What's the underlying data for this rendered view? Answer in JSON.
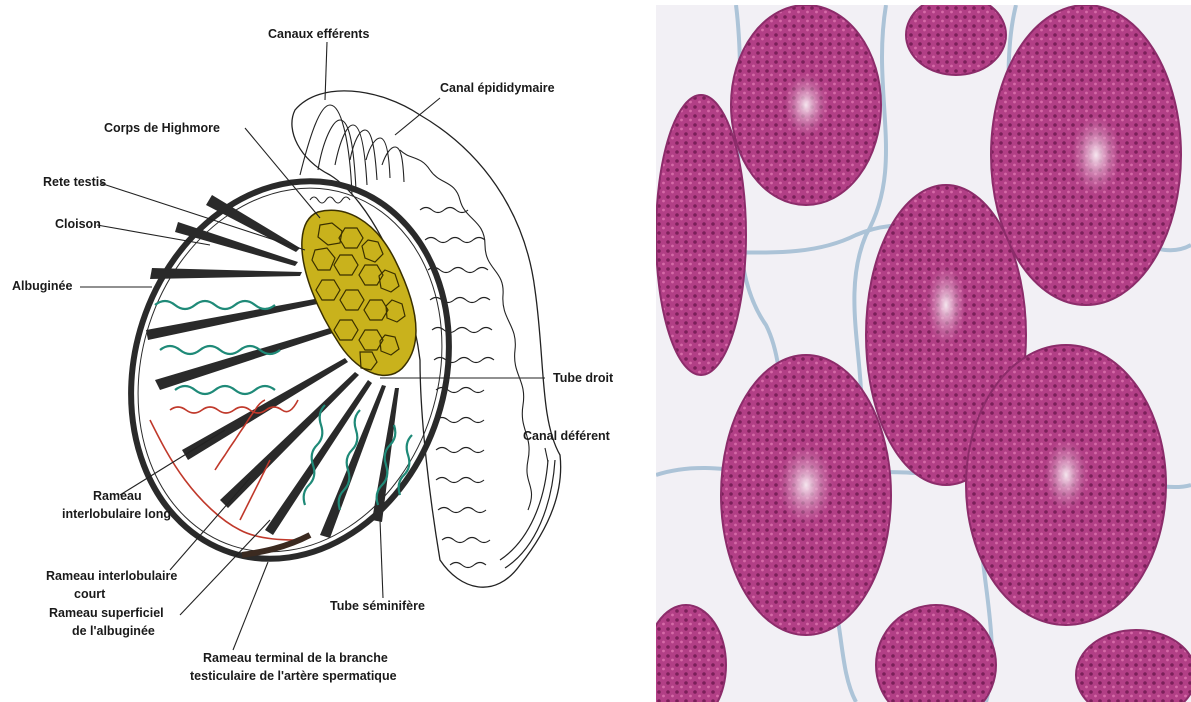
{
  "diagram": {
    "labels": {
      "canaux_efferents": "Canaux efférents",
      "canal_epididymaire": "Canal épididymaire",
      "corps_highmore": "Corps de Highmore",
      "rete_testis": "Rete testis",
      "cloison": "Cloison",
      "albuginee": "Albuginée",
      "tube_droit": "Tube droit",
      "canal_deferent": "Canal déférent",
      "rameau_long_1": "Rameau",
      "rameau_long_2": "interlobulaire long",
      "rameau_court_1": "Rameau interlobulaire",
      "rameau_court_2": "court",
      "rameau_sup_1": "Rameau superficiel",
      "rameau_sup_2": "de l'albuginée",
      "tube_seminifere": "Tube séminifère",
      "rameau_term_1": "Rameau terminal de la branche",
      "rameau_term_2": "testiculaire de l'artère spermatique"
    },
    "colors": {
      "capsule": "#2a2a2a",
      "mediastinum_fill": "#c9b21c",
      "mediastinum_stroke": "#3a3000",
      "tubule_teal": "#1f8a78",
      "artery_red": "#c0392b",
      "ink": "#222222"
    }
  },
  "micrograph": {
    "colors": {
      "background": "#f2f0f5",
      "tubule_fill": "#b23f86",
      "tubule_dark": "#8c2c6a",
      "lumen": "#f3e0ec",
      "interstitial_blue": "#7ea6c4"
    }
  }
}
